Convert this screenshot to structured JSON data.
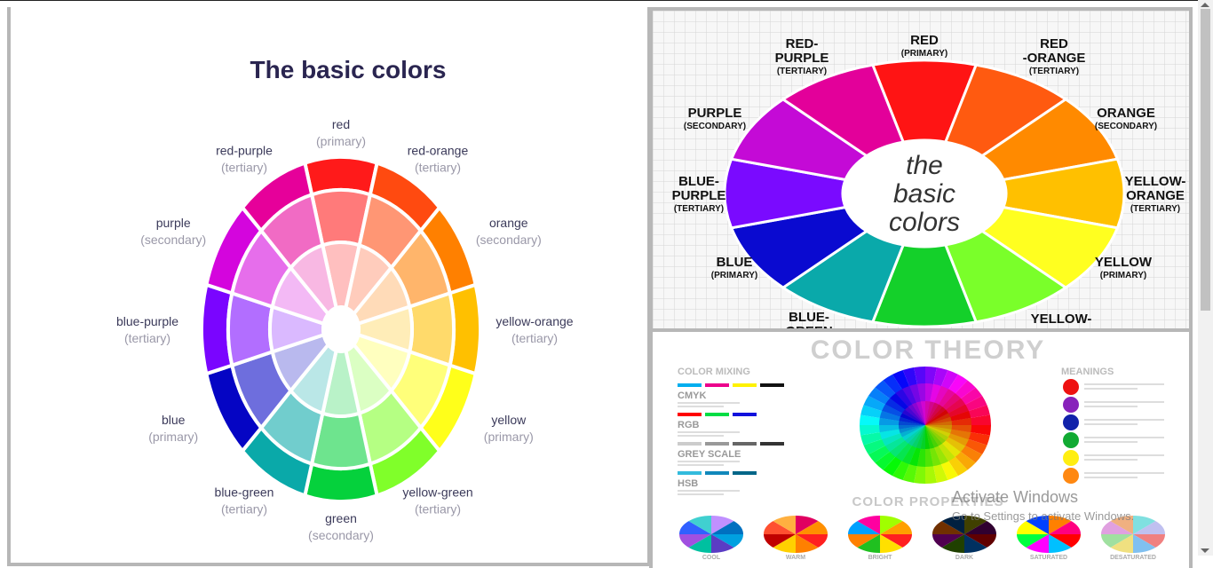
{
  "left_wheel": {
    "title": "The basic colors",
    "labels": [
      {
        "name": "red",
        "kind": "(primary)"
      },
      {
        "name": "red-orange",
        "kind": "(tertiary)"
      },
      {
        "name": "orange",
        "kind": "(secondary)"
      },
      {
        "name": "yellow-orange",
        "kind": "(tertiary)"
      },
      {
        "name": "yellow",
        "kind": "(primary)"
      },
      {
        "name": "yellow-green",
        "kind": "(tertiary)"
      },
      {
        "name": "green",
        "kind": "(secondary)"
      },
      {
        "name": "blue-green",
        "kind": "(tertiary)"
      },
      {
        "name": "blue",
        "kind": "(primary)"
      },
      {
        "name": "blue-purple",
        "kind": "(tertiary)"
      },
      {
        "name": "purple",
        "kind": "(secondary)"
      },
      {
        "name": "red-purple",
        "kind": "(tertiary)"
      }
    ],
    "colors": [
      "#ff1a1a",
      "#ff4a10",
      "#ff8000",
      "#ffc000",
      "#ffff1a",
      "#80ff2a",
      "#05d13c",
      "#0aa9a9",
      "#0505c4",
      "#7a05ff",
      "#d405dd",
      "#e6009a"
    ]
  },
  "right_wheel": {
    "center_text": [
      "the",
      "basic",
      "colors"
    ],
    "labels": [
      {
        "name": "RED",
        "kind": "(PRIMARY)"
      },
      {
        "name": "RED\n-ORANGE",
        "kind": "(TERTIARY)"
      },
      {
        "name": "ORANGE",
        "kind": "(SECONDARY)"
      },
      {
        "name": "YELLOW-\nORANGE",
        "kind": "(TERTIARY)"
      },
      {
        "name": "YELLOW",
        "kind": "(PRIMARY)"
      },
      {
        "name": "YELLOW-",
        "kind": ""
      },
      {
        "name": "BLUE-\nGREEN",
        "kind": ""
      },
      {
        "name": "BLUE",
        "kind": "(PRIMARY)"
      },
      {
        "name": "BLUE-\nPURPLE",
        "kind": "(TERTIARY)"
      },
      {
        "name": "PURPLE",
        "kind": "(SECONDARY)"
      },
      {
        "name": "RED-\nPURPLE",
        "kind": "(TERTIARY)"
      }
    ]
  },
  "color_theory": {
    "title": "COLOR THEORY",
    "mixing_heading": "COLOR MIXING",
    "meanings_heading": "MEANINGS",
    "mix_groups": [
      {
        "label": "CMYK",
        "colors": [
          "#00aeef",
          "#ec008c",
          "#fff200",
          "#111111"
        ]
      },
      {
        "label": "RGB",
        "colors": [
          "#ff0000",
          "#00dd44",
          "#1111dd"
        ]
      },
      {
        "label": "GREY SCALE",
        "colors": [
          "#cccccc",
          "#999999",
          "#666666",
          "#333333"
        ]
      },
      {
        "label": "HSB",
        "colors": [
          "#33bbdd",
          "#1188bb",
          "#006688"
        ]
      }
    ],
    "meaning_colors": [
      "#ee1111",
      "#8822bb",
      "#1122aa",
      "#11aa33",
      "#ffee11",
      "#ff8811"
    ],
    "properties_heading": "COLOR PROPERTIES",
    "properties": [
      "COOL",
      "WARM",
      "BRIGHT",
      "DARK",
      "SATURATED",
      "DESATURATED"
    ]
  },
  "watermark": {
    "line1": "Activate Windows",
    "line2": "Go to Settings to activate Windows."
  }
}
